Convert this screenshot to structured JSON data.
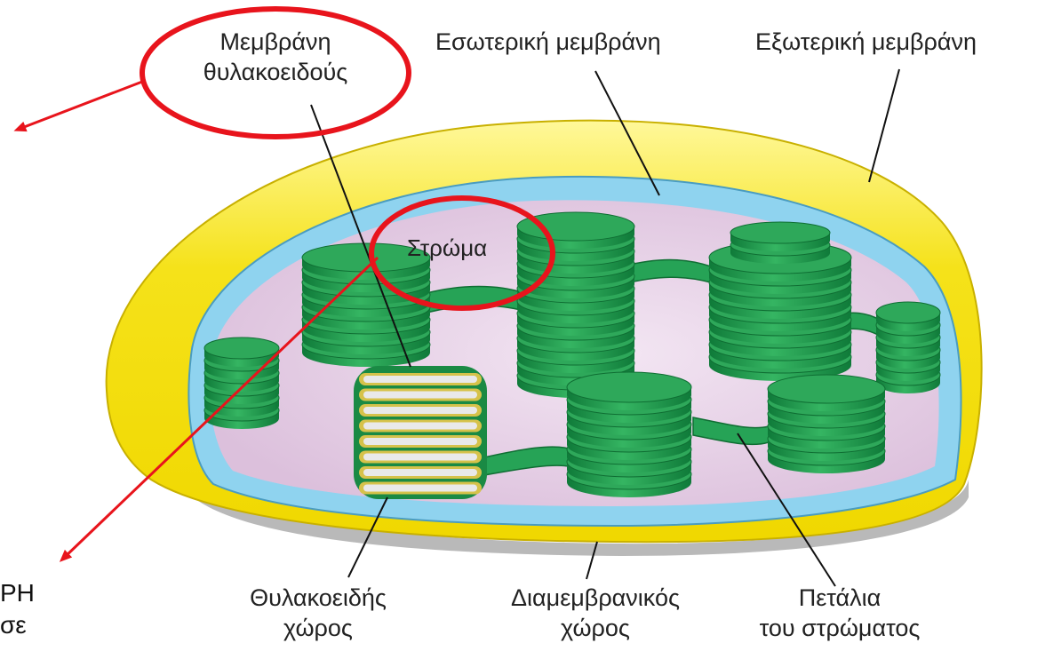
{
  "labels": {
    "thylakoid_membrane": [
      "Μεμβράνη",
      "θυλακοειδούς"
    ],
    "inner_membrane": "Εσωτερική μεμβράνη",
    "outer_membrane": "Εξωτερική μεμβράνη",
    "stroma": "Στρώμα",
    "thylakoid_space": [
      "Θυλακοειδής",
      "χώρος"
    ],
    "intermembrane_space": [
      "Διαμεμβρανικός",
      "χώρος"
    ],
    "stroma_lamellae": [
      "Πετάλια",
      "του στρώματος"
    ]
  },
  "cut_text": [
    "ΡΗ",
    "σε"
  ],
  "colors": {
    "outer_membrane": "#f2e11a",
    "inner_membrane": "#8fd3ef",
    "stroma": "#e6cfe6",
    "granum": "#1f9a4c",
    "highlight": "#e8141c"
  }
}
